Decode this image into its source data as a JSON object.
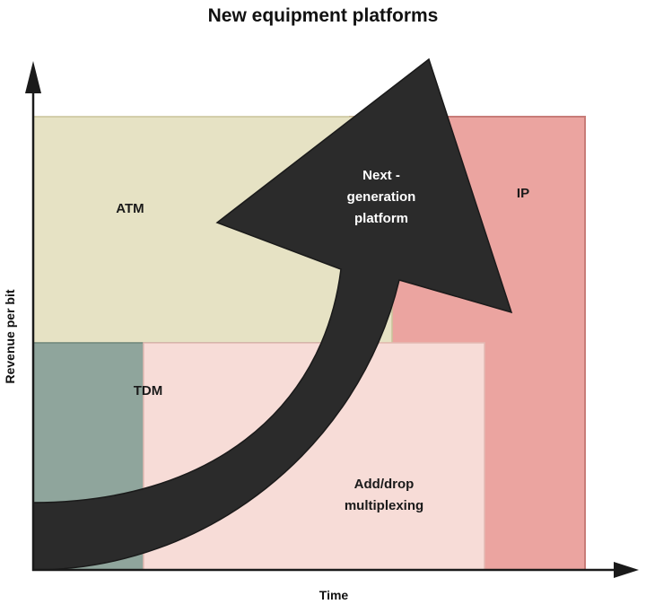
{
  "title": "New equipment platforms",
  "axes": {
    "y_label": "Revenue per bit",
    "x_label": "Time"
  },
  "regions": {
    "atm": {
      "label": "ATM",
      "color": "#e6e2c4"
    },
    "tdm": {
      "label": "TDM",
      "color": "#8fa59c"
    },
    "ip": {
      "label": "IP",
      "color": "#eba4a0"
    },
    "adm": {
      "label_line1": "Add/drop",
      "label_line2": "multiplexing",
      "color": "#f7dcd7"
    }
  },
  "arrow": {
    "label_line1": "Next -",
    "label_line2": "generation",
    "label_line3": "platform",
    "color": "#2b2b2b"
  }
}
